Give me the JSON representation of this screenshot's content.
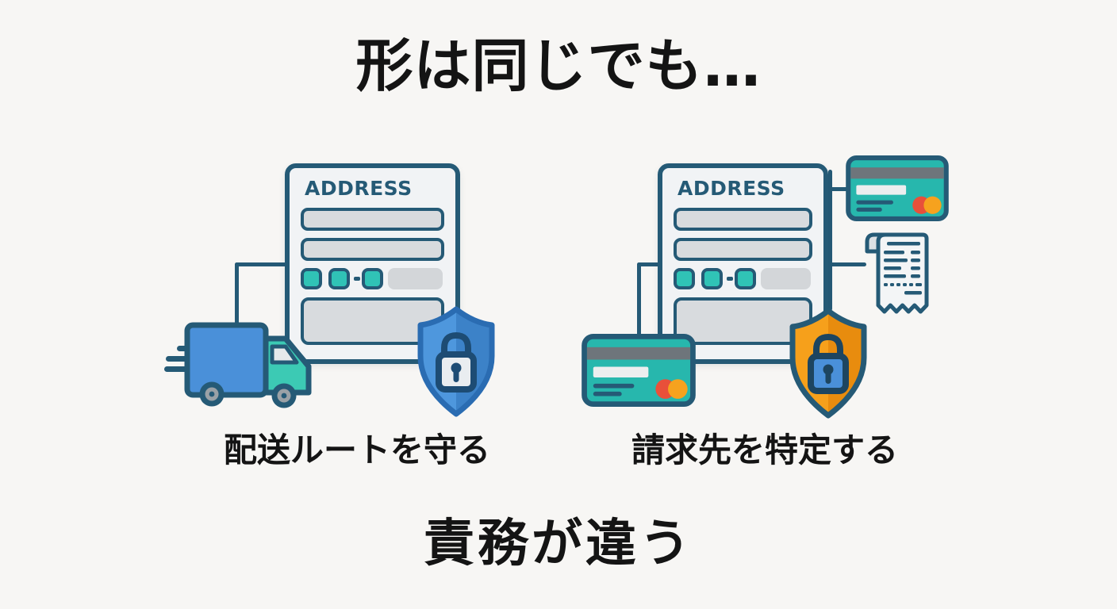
{
  "title": "形は同じでも…",
  "conclusion": "責務が違う",
  "left_panel": {
    "form_header": "ADDRESS",
    "caption": "配送ルートを守る",
    "icons": [
      "delivery-truck-icon",
      "shield-lock-blue-icon"
    ]
  },
  "right_panel": {
    "form_header": "ADDRESS",
    "caption": "請求先を特定する",
    "icons": [
      "credit-card-icon",
      "receipt-icon",
      "credit-card-icon",
      "shield-lock-orange-icon"
    ]
  },
  "icons": {
    "delivery-truck-icon": "blue box truck with teal cab and speed lines, facing right",
    "shield-lock-blue-icon": "blue shield containing light padlock",
    "shield-lock-orange-icon": "orange shield containing blue padlock",
    "credit-card-icon": "teal credit card with magnetic stripe and two overlapping circles",
    "receipt-icon": "paper receipt with curled corner and zigzag bottom edge"
  },
  "colors": {
    "background": "#f7f6f4",
    "text": "#141414",
    "outline": "#255a76",
    "form_fill": "#f1f3f5",
    "field_fill": "#d8dbde",
    "pill_fill": "#d3d6d9",
    "teal": "#30c3b6",
    "card_teal": "#27b7ad",
    "stripe_gray": "#6e757b",
    "white_box": "#eceeef",
    "truck_blue": "#4a90d9",
    "cab_teal": "#3ccab4",
    "window_gray": "#e6e9eb",
    "hub_gray": "#9aa1a6",
    "shield_blue": "#4e97dd",
    "shield_blue_dark": "#3c82c8",
    "shield_blue_border": "#2a6cb2",
    "lock_light": "#e9edf0",
    "lock_dark_blue": "#1d4c74",
    "shield_orange": "#f6a01b",
    "shield_orange_dark": "#e88c0e",
    "lock_blue": "#4a90d9",
    "lock_dark": "#1d4560",
    "circle_red": "#e8503a",
    "circle_orange": "#f6a21e",
    "receipt_fill": "#f3f5f6",
    "receipt_curl": "#dde1e4"
  }
}
